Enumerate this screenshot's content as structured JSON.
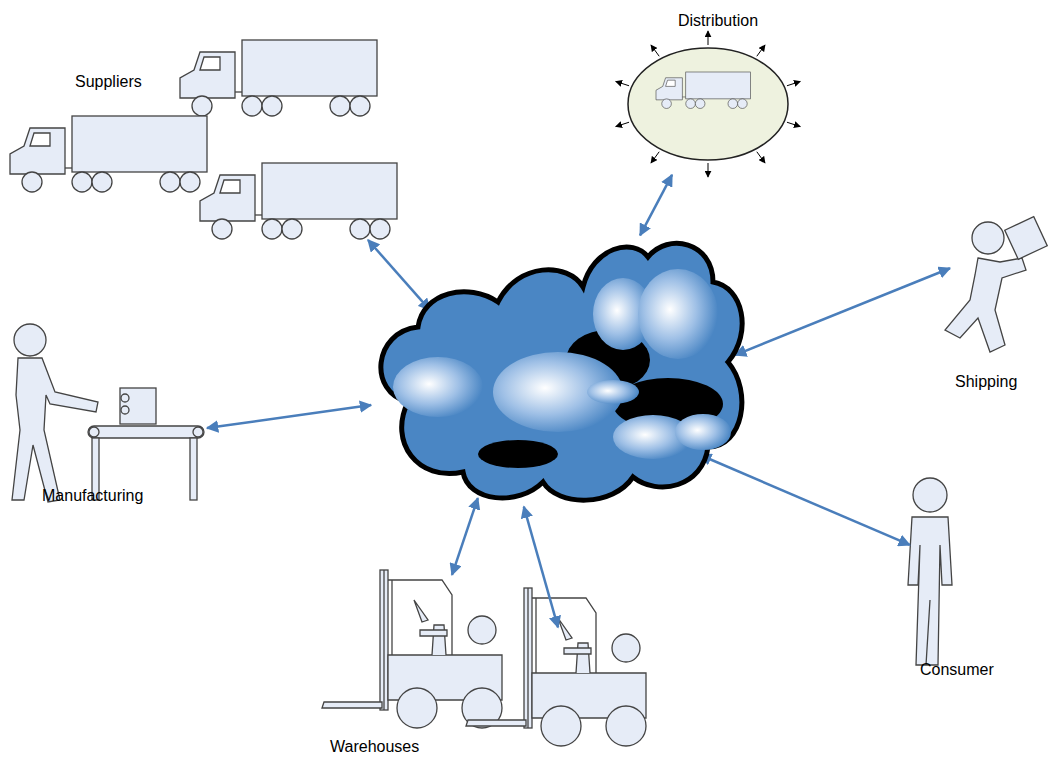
{
  "diagram": {
    "nodes": [
      {
        "text": [
          "Suppliers"
        ]
      },
      {
        "text": [
          "Distribution"
        ]
      },
      {
        "text": []
      },
      {
        "text": [
          "Manufacturing"
        ]
      },
      {
        "text": [
          "Shipping"
        ]
      },
      {
        "text": [
          "Consumer"
        ]
      },
      {
        "text": [
          "Warehouses"
        ]
      }
    ],
    "edges": [
      {
        "from": 0,
        "to": 2,
        "arrow": "both"
      },
      {
        "from": 1,
        "to": 2,
        "arrow": "both"
      },
      {
        "from": 3,
        "to": 2,
        "arrow": "both"
      },
      {
        "from": 4,
        "to": 2,
        "arrow": "both"
      },
      {
        "from": 5,
        "to": 2,
        "arrow": "both"
      },
      {
        "from": 6,
        "to": 2,
        "arrow": "both"
      },
      {
        "from": 6,
        "to": 2,
        "arrow": "both"
      }
    ]
  }
}
